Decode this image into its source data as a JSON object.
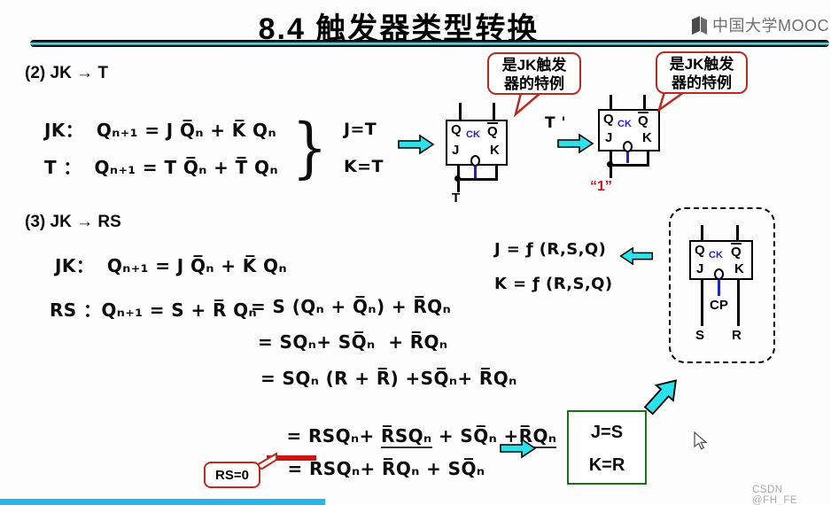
{
  "header": {
    "title": "8.4  触发器类型转换",
    "logo_text": "中国大学MOOC"
  },
  "section2": {
    "heading": "(2) JK → T",
    "jk_line": "JK：  Qₙ₊₁ = J Q̅ₙ + K̅ Qₙ",
    "t_line": "T ：  Qₙ₊₁ = T Q̅ₙ + T̅ Qₙ",
    "brace": "}",
    "j_eq": "J=T",
    "k_eq": "K=T",
    "t_prime": "T '"
  },
  "callout_special_case": {
    "line1": "是JK触发",
    "line2": "器的特例"
  },
  "circuits": {
    "q": "Q",
    "qbar": "Q",
    "ck": "CK",
    "j": "J",
    "k": "K",
    "t_input": "T",
    "one_input": "“1”",
    "cp": "CP",
    "s_input": "S",
    "r_input": "R"
  },
  "section3": {
    "heading": "(3) JK → RS",
    "jk_line": "JK：  Qₙ₊₁ = J Q̅ₙ + K̅ Qₙ",
    "rs_line": "RS ：Qₙ₊₁ = S + R̅ Qₙ",
    "step1": "= S (Qₙ + Q̅ₙ) + R̅Qₙ",
    "step2": "= SQₙ+ SQ̅ₙ  + R̅Qₙ",
    "step3": "= SQₙ (R + R̅) +SQ̅ₙ+ R̅Qₙ",
    "step4": {
      "p1": "= RSQₙ+ ",
      "p2": "R̅SQₙ",
      "p3": " + SQ̅ₙ +",
      "p4": "R̅Qₙ"
    },
    "step5": {
      "p1": "= ",
      "p2": "RSQₙ",
      "p3": "+ R̅Qₙ + SQ̅ₙ"
    },
    "rs_zero": "RS=0",
    "j_func": "J = ƒ (R,S,Q)",
    "k_func": "K = ƒ (R,S,Q)",
    "result_box": {
      "j": "J=S",
      "k": "K=R"
    }
  },
  "footer": {
    "watermark": "CSDN @FH_FE"
  },
  "colors": {
    "arrow_fill": "#2BE2EC",
    "clock_blue": "#2222CC",
    "callout_red": "#B92B20",
    "highlight_red": "#CC1414",
    "result_green": "#157515",
    "bottom_bar": "#2AB4E8"
  }
}
